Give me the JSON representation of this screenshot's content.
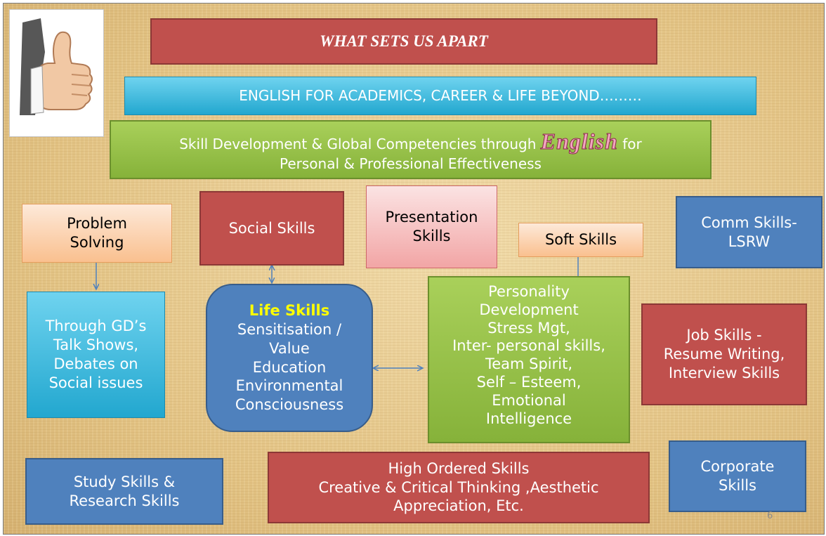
{
  "title": "WHAT SETS US APART",
  "banner": "ENGLISH FOR ACADEMICS,  CAREER & LIFE BEYOND………",
  "skill_dev": {
    "line1_pre": "Skill Development & Global Competencies through",
    "english_word": "English",
    "line1_post": "for",
    "line2": "Personal & Professional  Effectiveness"
  },
  "problem_solving": [
    "Problem",
    "Solving"
  ],
  "social_skills": "Social Skills",
  "presentation_skills": [
    "Presentation",
    "Skills"
  ],
  "soft_skills": "Soft Skills",
  "comm_skills": [
    "Comm Skills-",
    "LSRW"
  ],
  "through_gd": [
    "Through GD’s",
    "Talk Shows,",
    "Debates on",
    "Social issues"
  ],
  "life_skills": {
    "heading": "Life Skills",
    "lines": [
      "Sensitisation /",
      "Value",
      "Education",
      "Environmental",
      "Consciousness"
    ]
  },
  "personality": [
    "Personality",
    "Development",
    "Stress Mgt,",
    "Inter- personal skills,",
    "Team Spirit,",
    "Self – Esteem,",
    "Emotional",
    "Intelligence"
  ],
  "job_skills": [
    "Job Skills -",
    "Resume Writing,",
    "Interview Skills"
  ],
  "study_skills": [
    "Study Skills  &",
    "Research Skills"
  ],
  "high_ordered": [
    "High Ordered Skills",
    "Creative  & Critical Thinking ,Aesthetic",
    "Appreciation, Etc."
  ],
  "corporate_skills": [
    "Corporate",
    "Skills"
  ],
  "page_number": "6",
  "colors": {
    "red": "#c0504d",
    "blue": "#4f81bd",
    "green": "#8cbf45",
    "cyan": "#31b7dd",
    "peach": "#fac08f",
    "pink": "#f2a5a5",
    "yellow_heading": "#ffff00",
    "arrow": "#4f81bd"
  },
  "icons": [
    "thumbs-up-icon"
  ]
}
